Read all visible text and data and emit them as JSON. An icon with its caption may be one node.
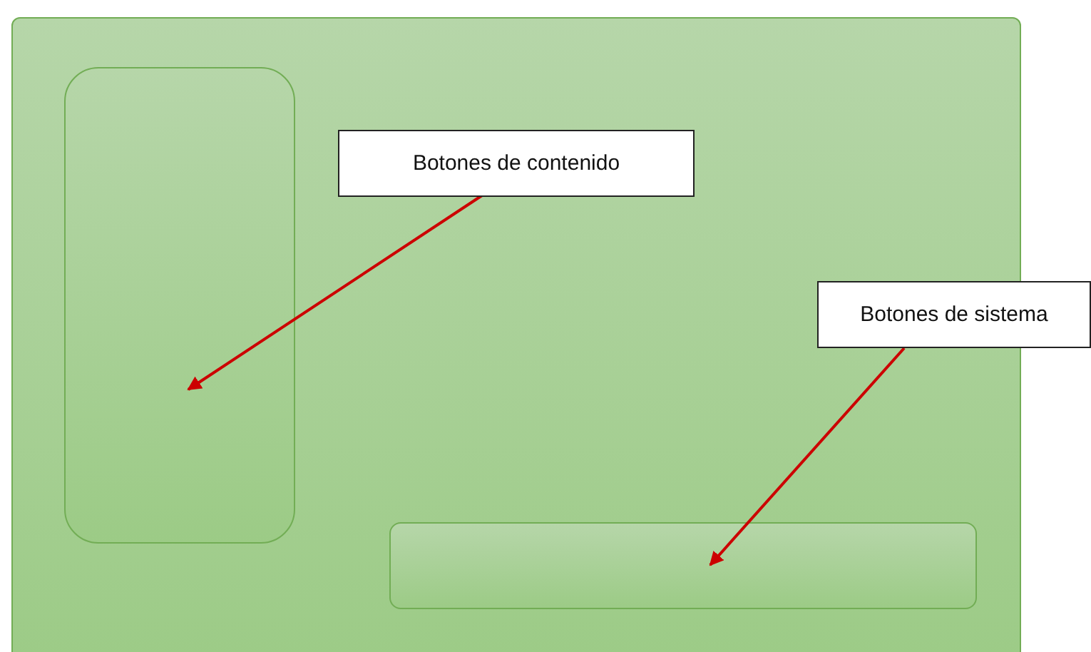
{
  "diagram": {
    "nodes": [
      {
        "text": [],
        "shape": "box"
      },
      {
        "text": [],
        "shape": "box",
        "in": 0
      },
      {
        "text": [
          "Botones de contenido"
        ],
        "in": 0
      },
      {
        "text": [],
        "shape": "box",
        "in": 0
      },
      {
        "text": [
          "Botones de sistema"
        ]
      }
    ],
    "edges": [
      {
        "from": 2,
        "to": 1,
        "arrow": "to"
      },
      {
        "from": 4,
        "to": 3,
        "arrow": "to"
      }
    ]
  }
}
